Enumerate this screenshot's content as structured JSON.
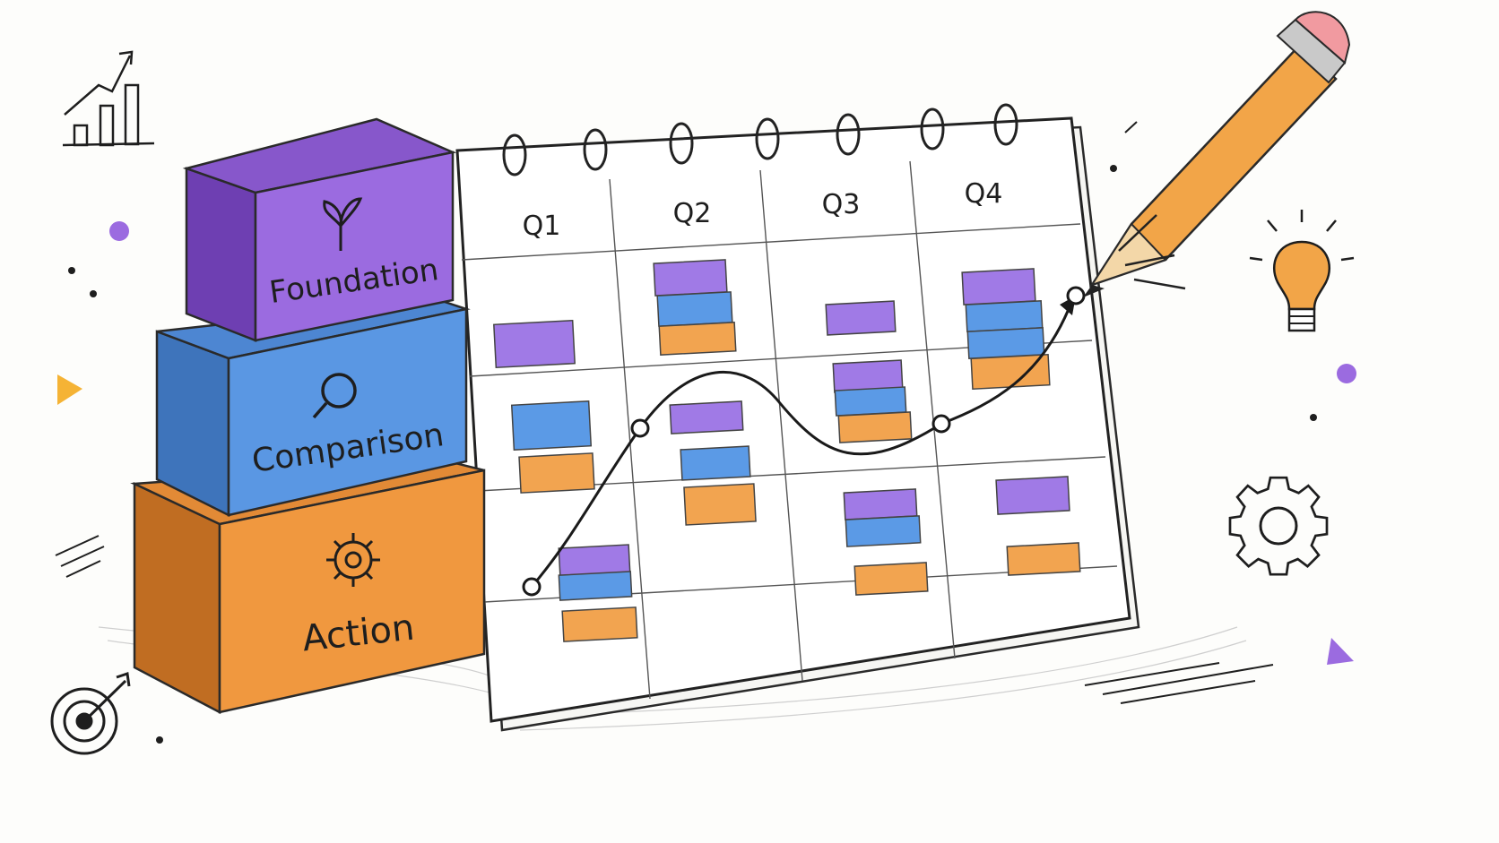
{
  "blocks": [
    {
      "label": "Foundation",
      "color": "#9b6be0",
      "icon": "sprout-icon"
    },
    {
      "label": "Comparison",
      "color": "#5a97e3",
      "icon": "magnifier-icon"
    },
    {
      "label": "Action",
      "color": "#f0983f",
      "icon": "gear-icon"
    }
  ],
  "calendar": {
    "quarters": [
      "Q1",
      "Q2",
      "Q3",
      "Q4"
    ]
  },
  "colors": {
    "purple": "#a07ae6",
    "blue": "#5b9ae6",
    "orange": "#f2a450",
    "ink": "#1e1e1e",
    "pencil_body": "#f2a548",
    "eraser": "#f19aa0",
    "accent_triangle": "#f5b335",
    "accent_dot": "#9b6be0"
  },
  "decor_icons": [
    "bar-chart-trend-icon",
    "lightbulb-icon",
    "gear-outline-icon",
    "target-icon",
    "pencil-icon"
  ]
}
